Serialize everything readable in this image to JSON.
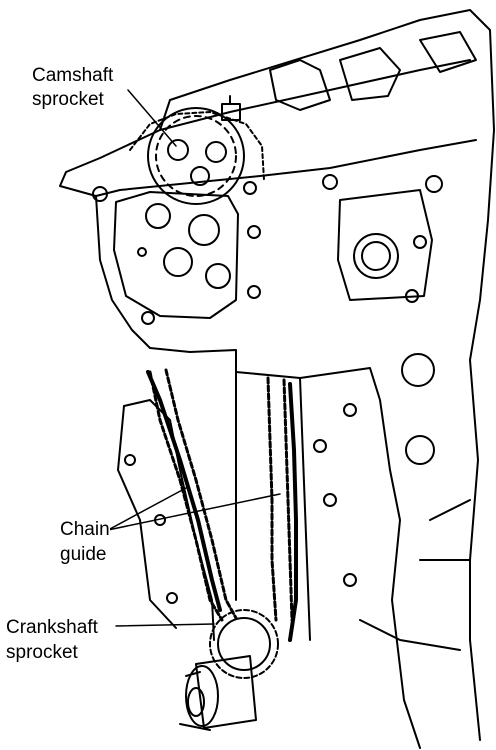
{
  "labels": {
    "camshaft_line1": "Camshaft",
    "camshaft_line2": "sprocket",
    "chain_guide_line1": "Chain",
    "chain_guide_line2": "guide",
    "crankshaft_line1": "Crankshaft",
    "crankshaft_line2": "sprocket"
  },
  "colors": {
    "ink": "#000000",
    "paper": "#ffffff"
  }
}
